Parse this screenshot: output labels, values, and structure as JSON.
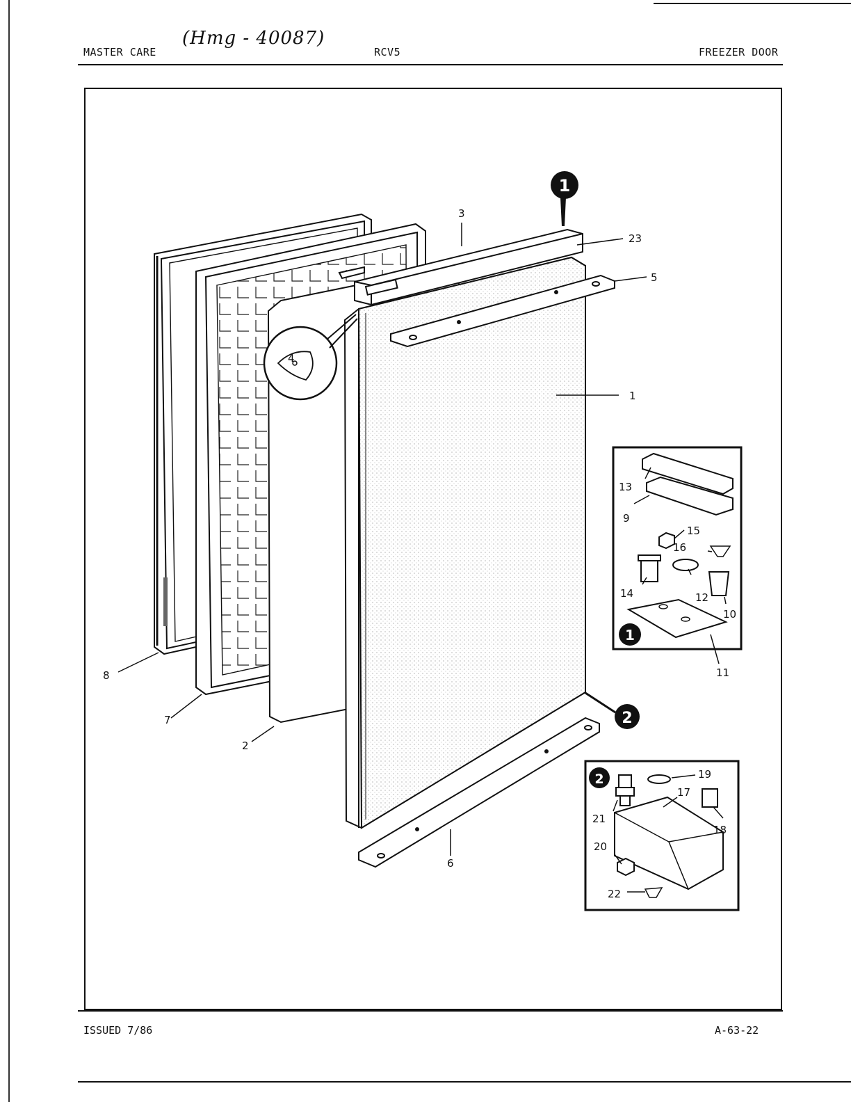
{
  "header": {
    "brand": "MASTER CARE",
    "handwritten_note": "(Hmg - 40087)",
    "model": "RCV5",
    "section": "FREEZER DOOR"
  },
  "footer": {
    "issued": "ISSUED 7/86",
    "page_code": "A-63-22"
  },
  "callouts": {
    "c1": "1",
    "c2": "2",
    "c3": "3",
    "c4": "4",
    "c5": "5",
    "c6": "6",
    "c7": "7",
    "c8": "8",
    "c9": "9",
    "c10": "10",
    "c11": "11",
    "c12": "12",
    "c13": "13",
    "c14": "14",
    "c15": "15",
    "c16": "16",
    "c17": "17",
    "c18": "18",
    "c19": "19",
    "c20": "20",
    "c21": "21",
    "c22": "22",
    "c23": "23"
  },
  "markers": {
    "top_hinge": "1",
    "bottom_hinge": "2"
  },
  "colors": {
    "ink": "#111111",
    "paper": "#ffffff",
    "shade": "#d8d8d8"
  }
}
